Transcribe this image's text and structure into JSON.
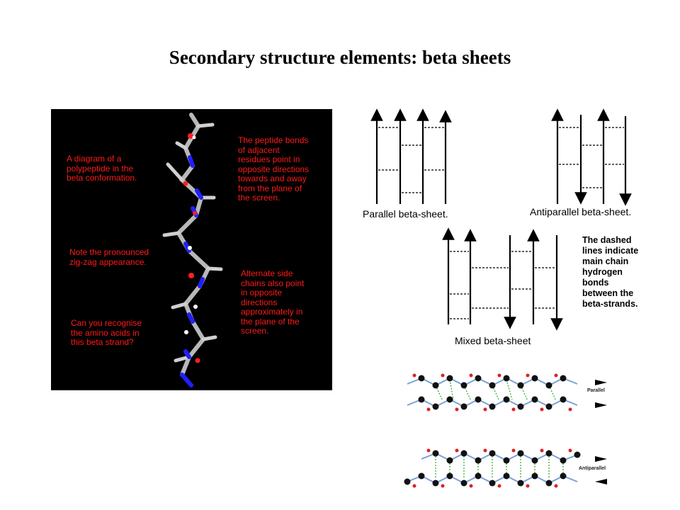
{
  "title": "Secondary structure elements: beta sheets",
  "left_panel": {
    "notes": [
      "A diagram of a\npolypeptide in the\nbeta conformation.",
      "The peptide bonds\nof adjacent\nresidues point in\nopposite directions\ntowards and away\nfrom the plane of\nthe screen.",
      "Note the pronounced\nzig-zag appearance.",
      "Alternate side\nchains also point\nin opposite\ndirections\napproximately in\nthe plane of the\nscreen.",
      "Can you recognise\nthe amino acids in\nthis beta strand?"
    ],
    "background_color": "#000000",
    "text_color": "#ff1a1a"
  },
  "diagrams": {
    "parallel_label": "Parallel beta-sheet.",
    "antiparallel_label": "Antiparallel beta-sheet.",
    "mixed_label": "Mixed beta-sheet",
    "note": "The dashed\nlines indicate\nmain chain\nhydrogen\nbonds\nbetween the\nbeta-strands."
  },
  "ribbons": {
    "parallel_label": "Parallel",
    "antiparallel_label": "Antiparallel"
  }
}
